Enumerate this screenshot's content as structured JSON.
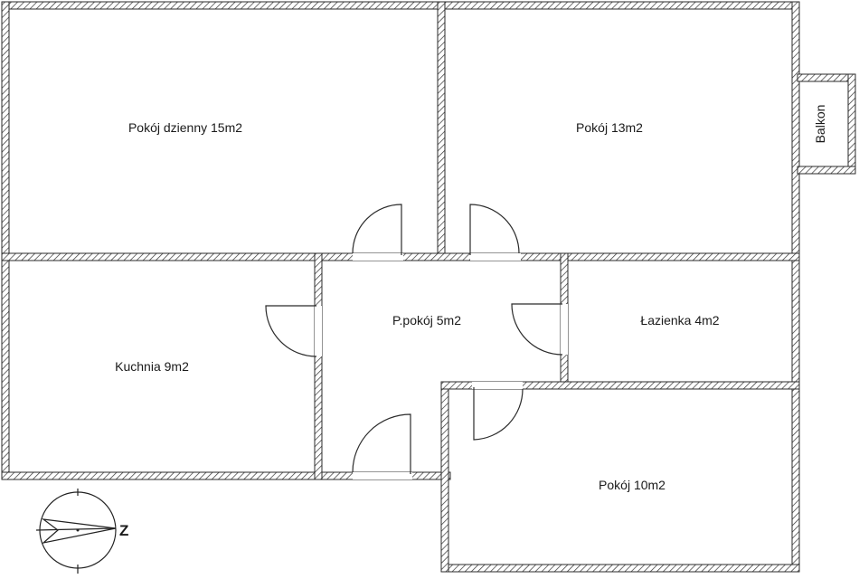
{
  "rooms": {
    "living": "Pokój dzienny 15m2",
    "room13": "Pokój 13m2",
    "balcony": "Balkon",
    "kitchen": "Kuchnia 9m2",
    "hall": "P.pokój 5m2",
    "bathroom": "Łazienka 4m2",
    "room10": "Pokój 10m2"
  },
  "compass": {
    "north_label": "Z"
  }
}
